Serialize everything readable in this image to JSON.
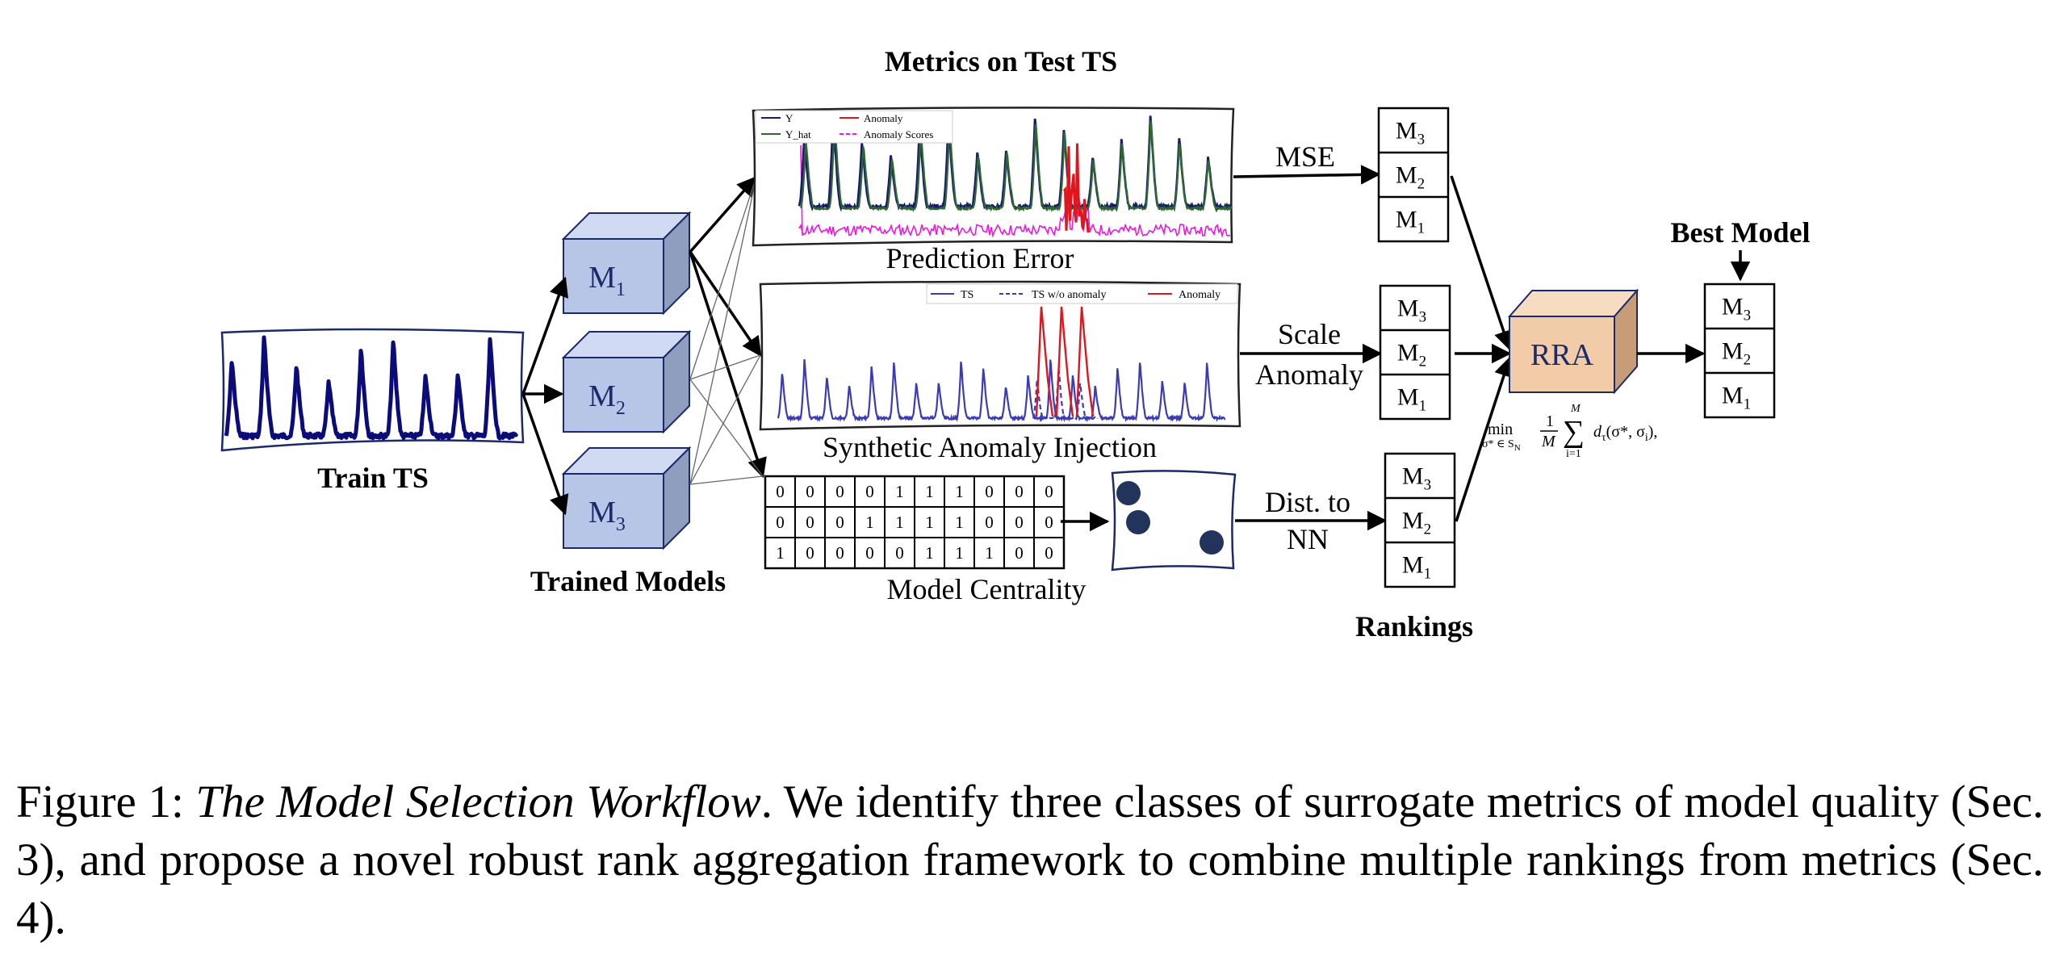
{
  "figure": {
    "train_ts": "Train TS",
    "trained_models": "Trained Models",
    "model_labels": [
      "M",
      "M",
      "M"
    ],
    "model_subs": [
      "1",
      "2",
      "3"
    ],
    "metrics_title": "Metrics on Test TS",
    "pred_error": {
      "label": "Prediction Error",
      "legend": [
        "Y",
        "Y_hat",
        "Anomaly",
        "Anomaly Scores"
      ]
    },
    "synthetic": {
      "label": "Synthetic Anomaly Injection",
      "legend": [
        "TS",
        "TS w/o anomaly",
        "Anomaly"
      ]
    },
    "centrality": {
      "label": "Model Centrality",
      "matrix": [
        [
          "0",
          "0",
          "0",
          "0",
          "1",
          "1",
          "1",
          "0",
          "0",
          "0"
        ],
        [
          "0",
          "0",
          "0",
          "1",
          "1",
          "1",
          "1",
          "0",
          "0",
          "0"
        ],
        [
          "1",
          "0",
          "0",
          "0",
          "0",
          "1",
          "1",
          "1",
          "0",
          "0"
        ]
      ]
    },
    "metric_mse": "MSE",
    "metric_scale": [
      "Scale",
      "Anomaly"
    ],
    "metric_dist": [
      "Dist. to",
      "NN"
    ],
    "rankings_title": "Rankings",
    "rank_letter": "M",
    "rank_subs": [
      "3",
      "2",
      "1"
    ],
    "rra": "RRA",
    "best_model": "Best Model",
    "formula": {
      "min": "min",
      "under": "σ* ∈ S",
      "under_sub": "N",
      "frac_num": "1",
      "frac_den": "M",
      "sum": "∑",
      "sum_top": "M",
      "sum_bottom": "i=1",
      "term": "d",
      "term_sub": "τ",
      "args": "(σ*, σ",
      "args_sub": "i",
      "args_end": "),"
    }
  },
  "caption": {
    "prefix": "Figure 1: ",
    "title": "The Model Selection Workflow",
    "body": ". We identify three classes of surrogate metrics of model quality (Sec. 3), and propose a novel robust rank aggregation framework to combine multiple rankings from metrics (Sec. 4)."
  },
  "colors": {
    "navy": "#0b0b7a",
    "cube_front": "#b7c5e7",
    "cube_top": "#d0daf2",
    "cube_side": "#8f9dbe",
    "rra_front": "#f2cca8",
    "rra_top": "#f7dcc2",
    "rra_side": "#c79d78",
    "green": "#2e5e2e",
    "red": "#e0161e",
    "magenta": "#e81adc",
    "blue": "#3b3bb5",
    "dot": "#22335c"
  }
}
